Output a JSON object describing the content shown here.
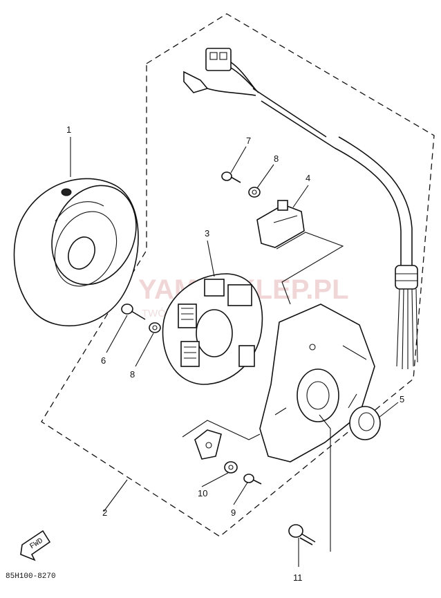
{
  "watermark": {
    "brand": "YAMASKLEP.PL",
    "tagline": "TWÓJ DEALER YAMAHA"
  },
  "callouts": {
    "c1": "1",
    "c2": "2",
    "c3": "3",
    "c4": "4",
    "c5": "5",
    "c6": "6",
    "c7": "7",
    "c8a": "8",
    "c8b": "8",
    "c9": "9",
    "c10": "10",
    "c11": "11"
  },
  "fwd_label": "FWD",
  "diagram_code": "85H100-8270"
}
